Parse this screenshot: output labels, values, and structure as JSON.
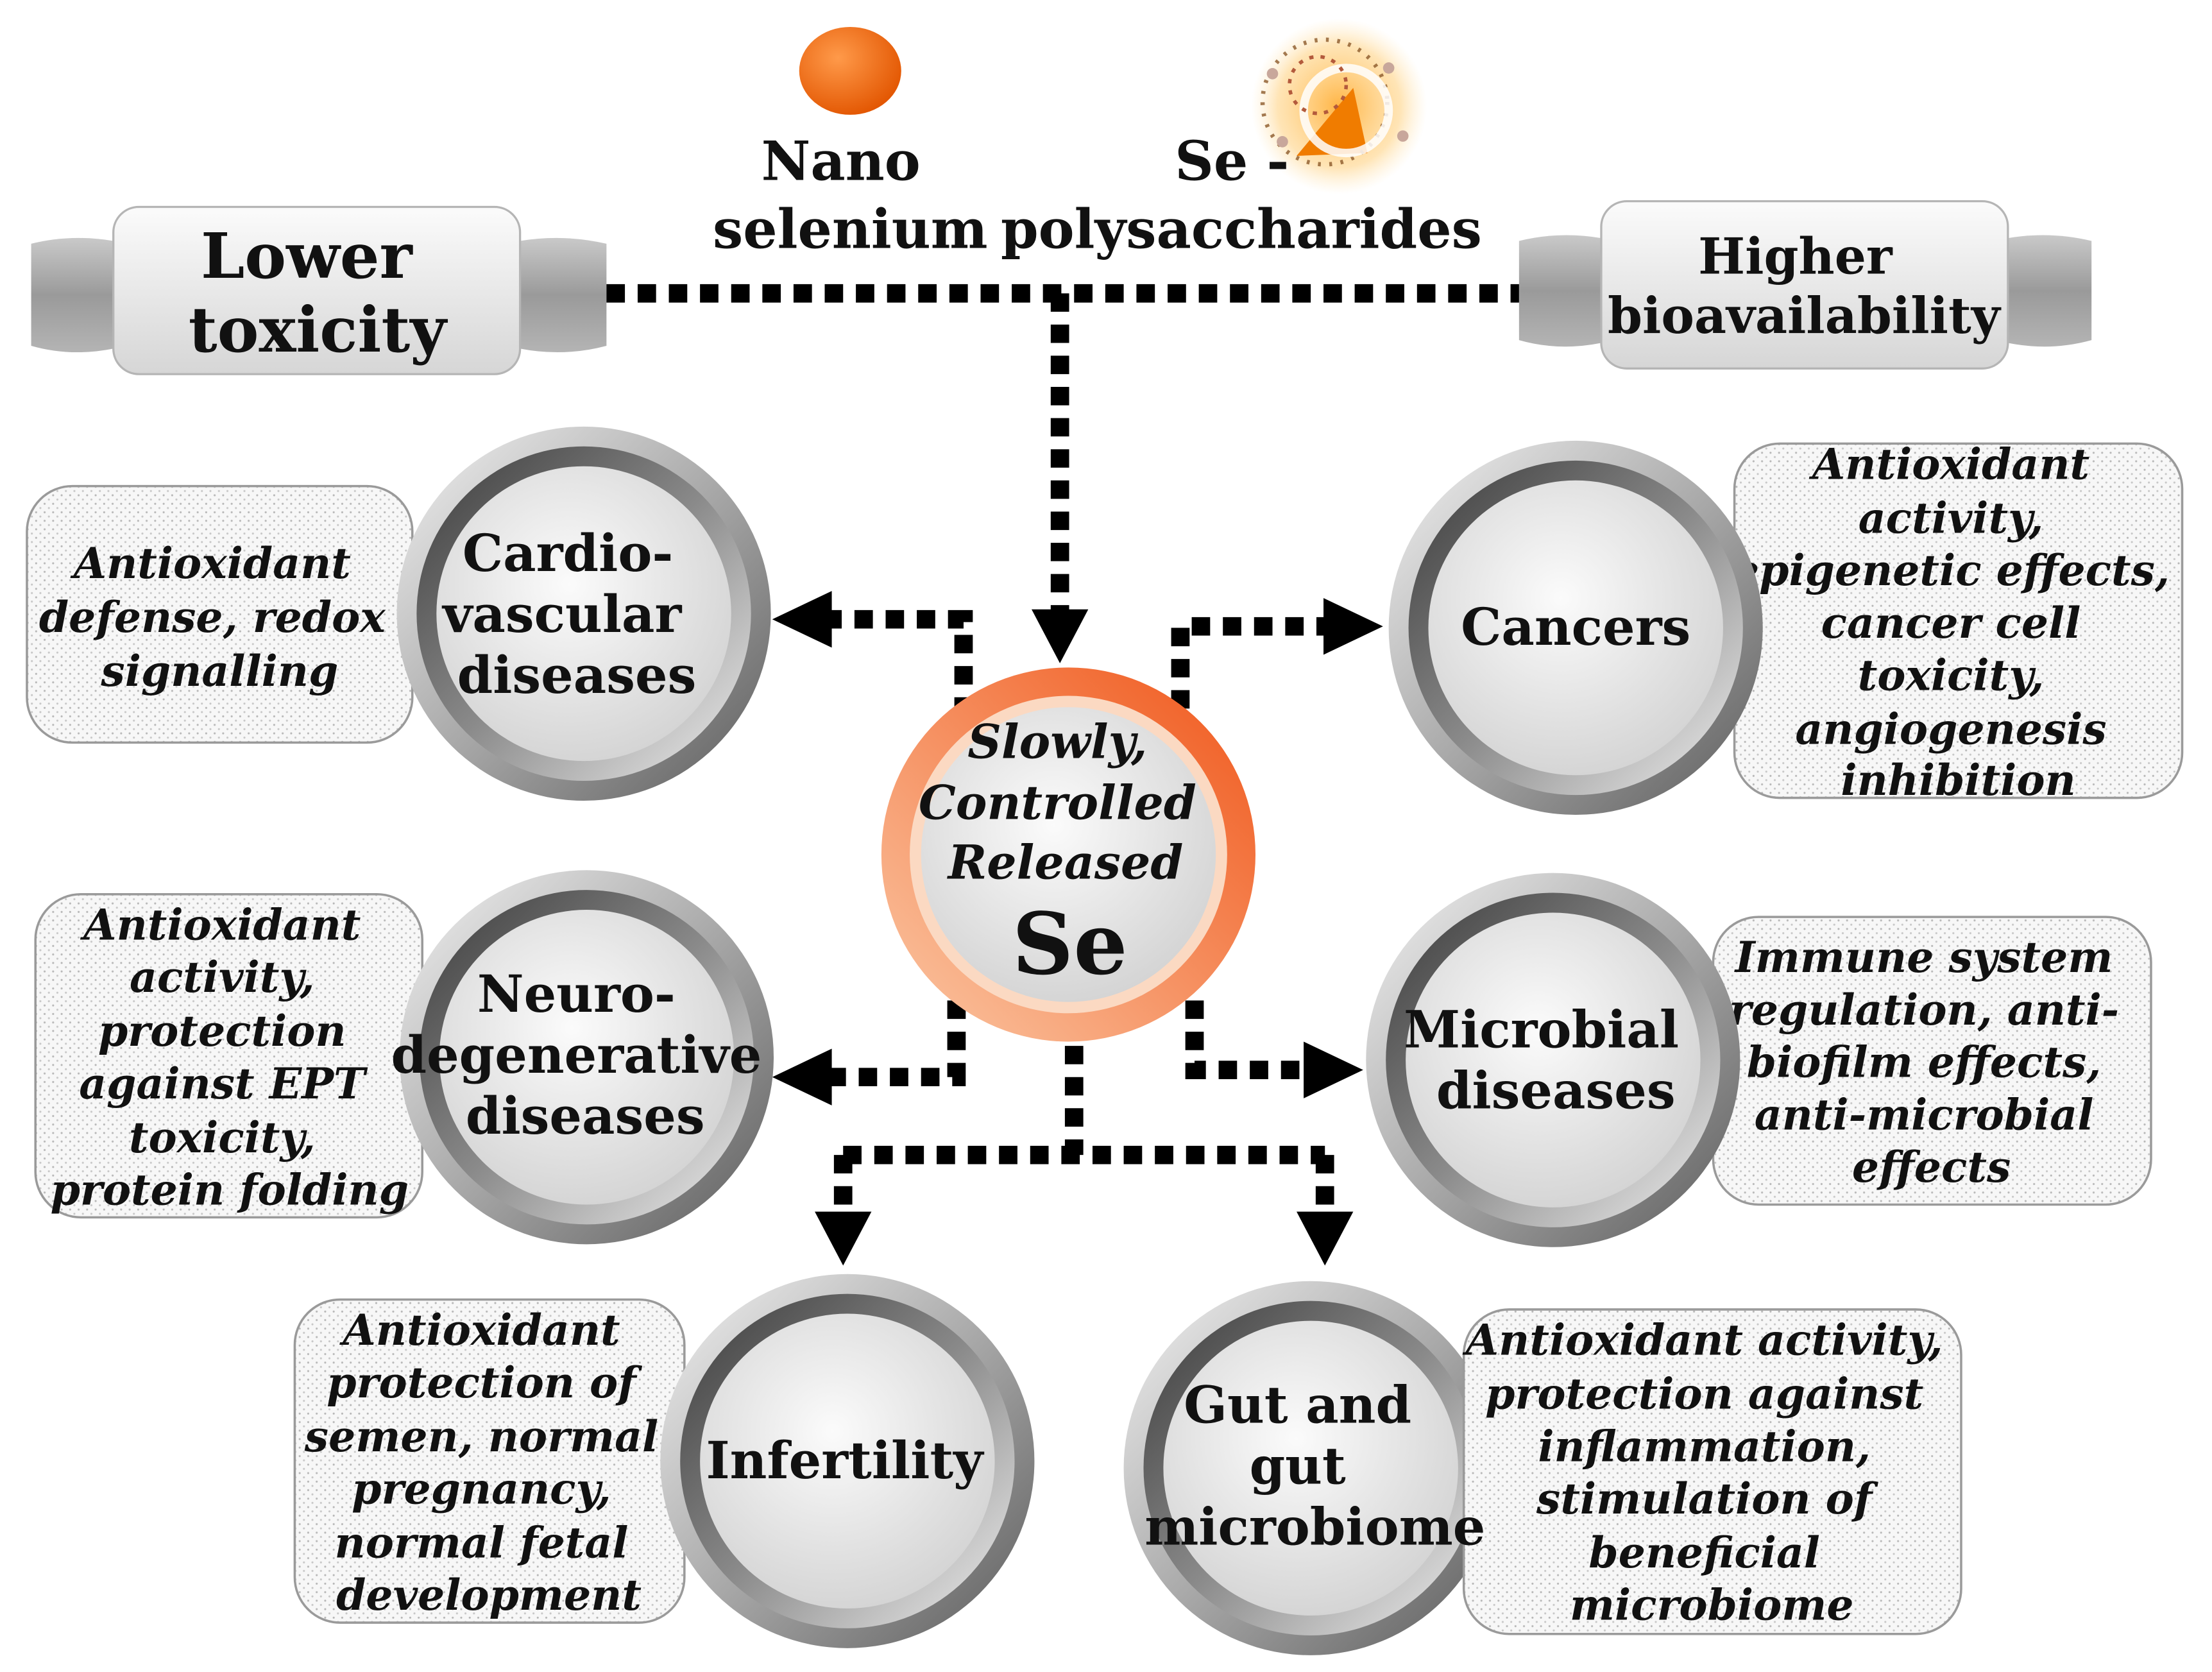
{
  "colors": {
    "se_ring_outer": "#f26522",
    "se_ring_inner": "#f9b48a",
    "nano_sphere": "#f46b12",
    "connector": "#000000",
    "disease_ring_dark": "#4d4d4d",
    "disease_disc": "#e6e6e6"
  },
  "top": {
    "nano_label": [
      "Nano",
      "selenium"
    ],
    "polysaccharide_label": [
      "Se -",
      "polysaccharides"
    ],
    "lower_toxicity": [
      "Lower",
      "toxicity"
    ],
    "higher_bioavailability": [
      "Higher",
      "bioavailability"
    ]
  },
  "center": {
    "lines": [
      "Slowly,",
      "Controlled",
      "Released"
    ],
    "symbol": "Se"
  },
  "diseases": {
    "cardio": {
      "title": [
        "Cardio-",
        "vascular",
        "diseases"
      ],
      "effects": [
        "Antioxidant",
        "defense, redox",
        "signalling"
      ]
    },
    "cancers": {
      "title": [
        "Cancers"
      ],
      "effects": [
        "Antioxidant",
        "activity,",
        "epigenetic effects,",
        "cancer cell",
        "toxicity,",
        "angiogenesis",
        "inhibition"
      ]
    },
    "neuro": {
      "title": [
        "Neuro-",
        "degenerative",
        "diseases"
      ],
      "effects": [
        "Antioxidant",
        "activity,",
        "protection",
        "against EPT",
        "toxicity,",
        "protein folding"
      ]
    },
    "microbial": {
      "title": [
        "Microbial",
        "diseases"
      ],
      "effects": [
        "Immune system",
        "regulation, anti-",
        "biofilm effects,",
        "anti-microbial",
        "effects"
      ]
    },
    "infertility": {
      "title": [
        "Infertility"
      ],
      "effects": [
        "Antioxidant",
        "protection  of",
        "semen, normal",
        "pregnancy,",
        "normal fetal",
        "development"
      ]
    },
    "gut": {
      "title": [
        "Gut and",
        "gut",
        "microbiome"
      ],
      "effects": [
        "Antioxidant activity,",
        "protection against",
        "inflammation,",
        "stimulation of",
        "beneficial",
        "microbiome"
      ]
    }
  }
}
